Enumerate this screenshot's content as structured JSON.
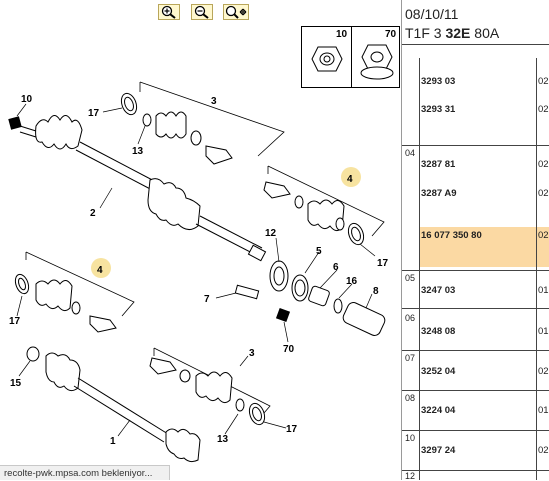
{
  "toolbar": {
    "zoom_in": "zoom-in-icon",
    "zoom_out": "zoom-out-icon",
    "zoom_fit": "zoom-fit-icon"
  },
  "header": {
    "date": "08/10/11",
    "ref_prefix": "T1F 3 ",
    "ref_bold": "32E",
    "ref_suffix": " 80A"
  },
  "inset": {
    "left_label": "10",
    "right_label": "70"
  },
  "callouts": {
    "c10a": "10",
    "c17a": "17",
    "c3a": "3",
    "c13a": "13",
    "c2": "2",
    "c4a": "4",
    "c17b": "17",
    "c12": "12",
    "c5": "5",
    "c6": "6",
    "c16": "16",
    "c8": "8",
    "c7": "7",
    "c70": "70",
    "c4b": "4",
    "c17c": "17",
    "c15": "15",
    "c3b": "3",
    "c13b": "13",
    "c17d": "17",
    "c1": "1"
  },
  "table": {
    "rows": [
      {
        "num": "",
        "part": "3293 03",
        "qty": "02"
      },
      {
        "num": "",
        "part": "3293 31",
        "qty": "02"
      },
      {
        "num": "04",
        "part": "3287 81",
        "qty": "02"
      },
      {
        "num": "",
        "part": "3287 A9",
        "qty": "02"
      },
      {
        "num": "",
        "part": "16 077 350 80",
        "qty": "02"
      },
      {
        "num": "05",
        "part": "3247 03",
        "qty": "01"
      },
      {
        "num": "06",
        "part": "3248 08",
        "qty": "01"
      },
      {
        "num": "07",
        "part": "3252 04",
        "qty": "02"
      },
      {
        "num": "08",
        "part": "3224 04",
        "qty": "01"
      },
      {
        "num": "10",
        "part": "3297 24",
        "qty": "02"
      },
      {
        "num": "12",
        "part": "",
        "qty": ""
      }
    ]
  },
  "status": "recolte-pwk.mpsa.com bekleniyor..."
}
